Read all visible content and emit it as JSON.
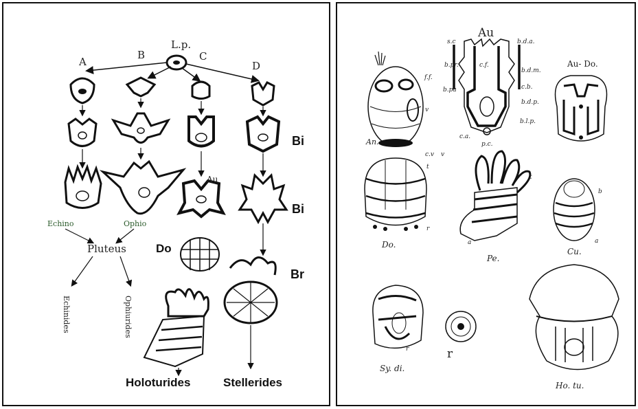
{
  "left_panel": {
    "top_label": "L.p.",
    "branches": [
      "A",
      "B",
      "C",
      "D"
    ],
    "stage_labels": {
      "bi_1": "Bi",
      "bi_2": "Bi",
      "au": "Au",
      "do": "Do",
      "br": "Br"
    },
    "larva_names": {
      "echino": "Echino",
      "ophio": "Ophio",
      "pluteus": "Pluteus"
    },
    "outcomes": {
      "echinides": "Echinides",
      "ophiurides": "Ophiurides",
      "holoturides": "Holoturides",
      "stellerides": "Stellerides"
    }
  },
  "right_panel": {
    "figures": {
      "an": "An.",
      "au": "Au",
      "au_do": "Au- Do.",
      "do": "Do.",
      "pe": "Pe.",
      "cu": "Cu.",
      "sy_di": "Sy. di.",
      "r": "r",
      "ho_tu": "Ho. tu."
    },
    "annotations": {
      "ff": "f.f.",
      "v_an": "v",
      "s_c": "s.c",
      "b_da": "b.d.a.",
      "b_pr": "b.pr.",
      "c_f": "c.f.",
      "b_dm": "b.d.m.",
      "b_pa": "b.pa",
      "c_b": "c.b.",
      "b_dp": "b.d.p.",
      "b_lp": "b.l.p.",
      "c_a": "c.a.",
      "p_c": "p.c.",
      "c_v": "c.v",
      "v_do": "v",
      "t_do": "t",
      "r_do": "r",
      "t_pe": "t",
      "a_pe": "a",
      "b_cu": "b",
      "a_cu": "a",
      "r_sy": "r"
    }
  }
}
